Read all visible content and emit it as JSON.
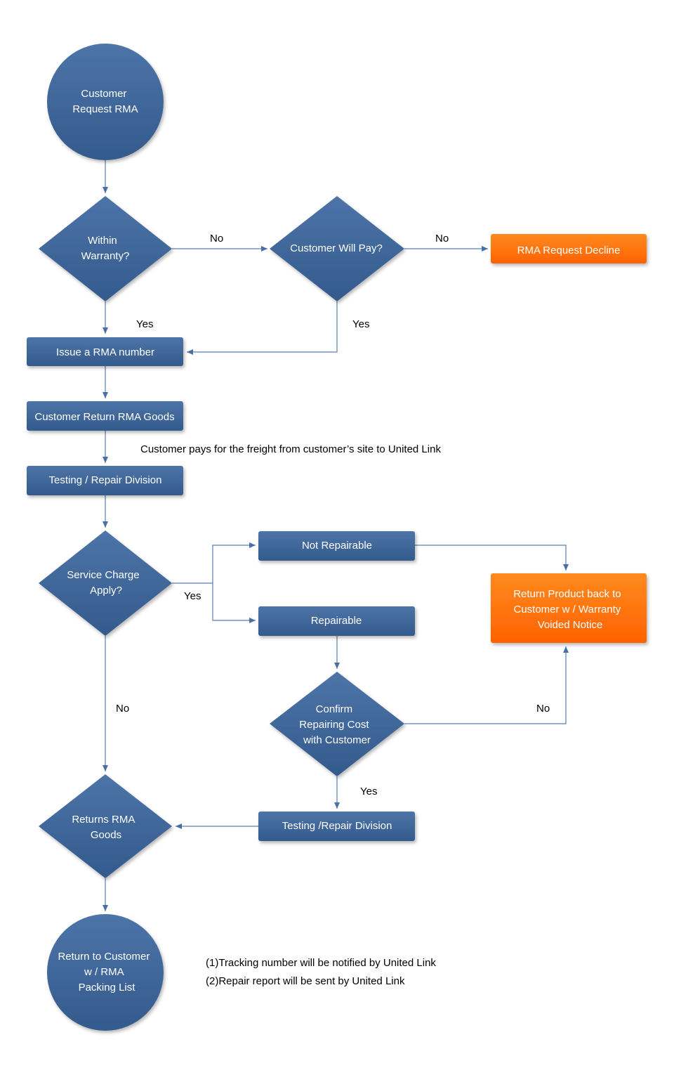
{
  "nodes": {
    "start": [
      "Customer",
      "Request RMA"
    ],
    "within_warranty": [
      "Within",
      "Warranty?"
    ],
    "customer_will_pay": [
      "Customer Will Pay?"
    ],
    "rma_decline": [
      "RMA Request Decline"
    ],
    "issue_rma": [
      "Issue a RMA number"
    ],
    "return_goods": [
      "Customer Return RMA Goods"
    ],
    "testing_repair_1": [
      "Testing / Repair Division"
    ],
    "service_charge": [
      "Service Charge",
      "Apply?"
    ],
    "not_repairable": [
      "Not Repairable"
    ],
    "repairable": [
      "Repairable"
    ],
    "warranty_voided": [
      "Return Product back to",
      "Customer w / Warranty",
      "Voided Notice"
    ],
    "confirm_cost": [
      "Confirm",
      "Repairing Cost",
      "with Customer"
    ],
    "testing_repair_2": [
      "Testing /Repair Division"
    ],
    "returns_rma_goods": [
      "Returns RMA",
      "Goods"
    ],
    "end": [
      "Return to Customer",
      "w / RMA",
      "Packing List"
    ]
  },
  "edge_labels": {
    "warranty_no": "No",
    "pay_no": "No",
    "warranty_yes": "Yes",
    "pay_yes": "Yes",
    "service_yes": "Yes",
    "service_no": "No",
    "confirm_no": "No",
    "confirm_yes": "Yes"
  },
  "notes": {
    "freight": "Customer pays for the freight from customer’s site to United Link",
    "tracking": "(1)Tracking number will be notified by United Link",
    "report": "(2)Repair report will be sent by United Link"
  },
  "colors": {
    "node_blue": "#3d6496",
    "node_orange": "#ff6a00",
    "connector": "#5a7fb2"
  }
}
